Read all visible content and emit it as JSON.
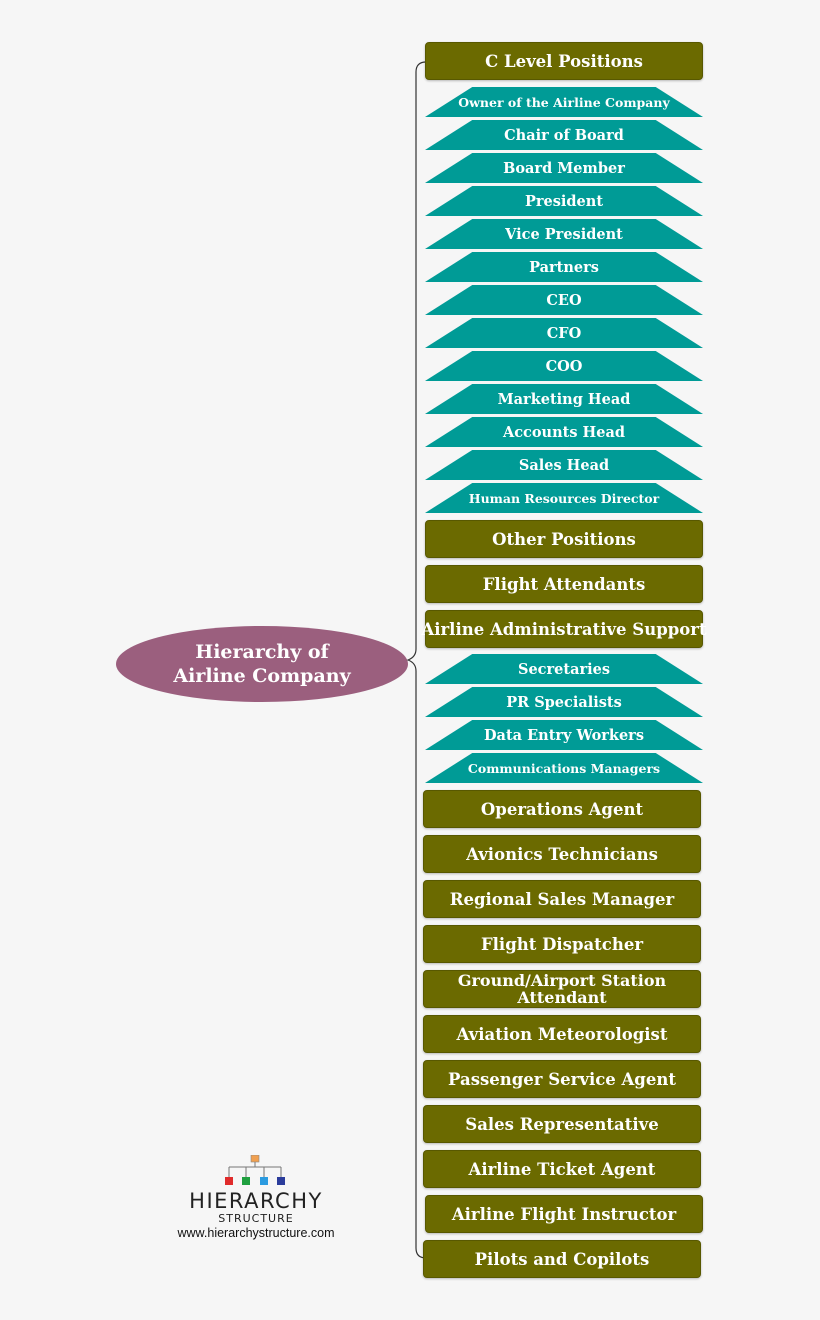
{
  "root": {
    "label": "Hierarchy of Airline Company"
  },
  "nodes": [
    {
      "label": "C Level Positions",
      "kind": "box"
    },
    {
      "label": "Owner of the Airline Company",
      "kind": "trap"
    },
    {
      "label": "Chair of Board",
      "kind": "trap"
    },
    {
      "label": "Board Member",
      "kind": "trap"
    },
    {
      "label": "President",
      "kind": "trap"
    },
    {
      "label": "Vice President",
      "kind": "trap"
    },
    {
      "label": "Partners",
      "kind": "trap"
    },
    {
      "label": "CEO",
      "kind": "trap"
    },
    {
      "label": "CFO",
      "kind": "trap"
    },
    {
      "label": "COO",
      "kind": "trap"
    },
    {
      "label": "Marketing Head",
      "kind": "trap"
    },
    {
      "label": "Accounts Head",
      "kind": "trap"
    },
    {
      "label": "Sales Head",
      "kind": "trap"
    },
    {
      "label": "Human Resources Director",
      "kind": "trap"
    },
    {
      "label": "Other Positions",
      "kind": "box"
    },
    {
      "label": "Flight Attendants",
      "kind": "box"
    },
    {
      "label": "Airline Administrative Support",
      "kind": "box"
    },
    {
      "label": "Secretaries",
      "kind": "trap"
    },
    {
      "label": "PR Specialists",
      "kind": "trap"
    },
    {
      "label": "Data Entry Workers",
      "kind": "trap"
    },
    {
      "label": "Communications Managers",
      "kind": "trap"
    },
    {
      "label": "Operations Agent",
      "kind": "box"
    },
    {
      "label": "Avionics Technicians",
      "kind": "box"
    },
    {
      "label": "Regional Sales Manager",
      "kind": "box"
    },
    {
      "label": "Flight Dispatcher",
      "kind": "box"
    },
    {
      "label": "Ground/Airport Station Attendant",
      "kind": "box"
    },
    {
      "label": "Aviation Meteorologist",
      "kind": "box"
    },
    {
      "label": "Passenger Service Agent",
      "kind": "box"
    },
    {
      "label": "Sales Representative",
      "kind": "box"
    },
    {
      "label": "Airline Ticket Agent",
      "kind": "box"
    },
    {
      "label": "Airline Flight Instructor",
      "kind": "box"
    },
    {
      "label": "Pilots and Copilots",
      "kind": "box"
    }
  ],
  "logo": {
    "title": "HIERARCHY",
    "subtitle": "STRUCTURE",
    "url": "www.hierarchystructure.com",
    "icon": "org-chart-icon"
  },
  "colors": {
    "root": "#9b5f7e",
    "box": "#6b6a00",
    "trap": "#009b96",
    "background": "#f6f6f6"
  }
}
